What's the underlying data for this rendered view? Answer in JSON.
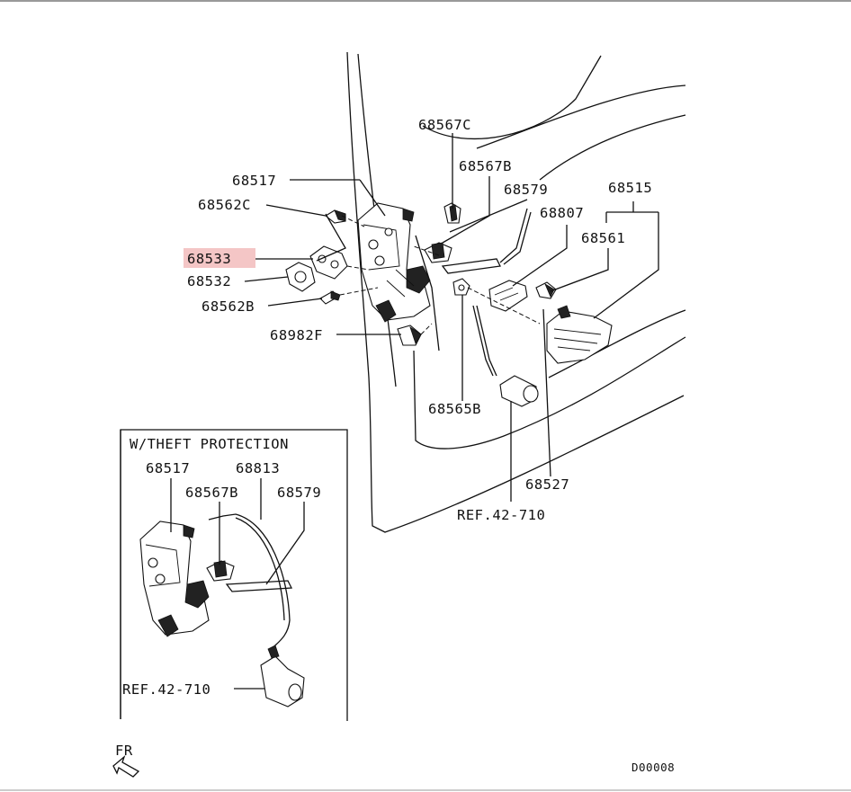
{
  "labels": {
    "p68567C": "68567C",
    "p68517": "68517",
    "p68567B": "68567B",
    "p68579": "68579",
    "p68515": "68515",
    "p68562C": "68562C",
    "p68807": "68807",
    "p68561": "68561",
    "p68533": "68533",
    "p68532": "68532",
    "p68562B": "68562B",
    "p68982F": "68982F",
    "p68565B": "68565B",
    "p68527": "68527",
    "ref_main": "REF.42-710"
  },
  "inset": {
    "title": "W/THEFT PROTECTION",
    "p68517": "68517",
    "p68813": "68813",
    "p68567B": "68567B",
    "p68579": "68579",
    "ref": "REF.42-710"
  },
  "fr_label": "FR",
  "diagram_code": "D00008",
  "colors": {
    "highlight": "#f4c6c6",
    "ink": "#111111"
  }
}
